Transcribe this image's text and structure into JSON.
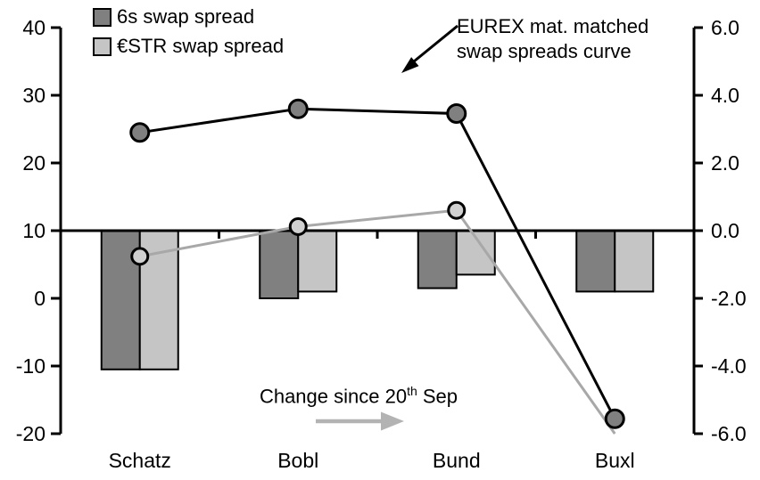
{
  "legend": {
    "items": [
      {
        "label": "6s swap spread",
        "color": "#808080"
      },
      {
        "label": "€STR swap spread",
        "color": "#c5c5c5"
      }
    ]
  },
  "annotations": {
    "curve_label_line1": "EUREX mat. matched",
    "curve_label_line2": "swap spreads curve",
    "change_label_prefix": "Change since 20",
    "change_label_sup": "th",
    "change_label_suffix": " Sep"
  },
  "chart_data": {
    "type": "combo_bar_line",
    "categories": [
      "Schatz",
      "Bobl",
      "Bund",
      "Buxl"
    ],
    "left_axis": {
      "min": -20,
      "max": 40,
      "ticks": [
        40,
        30,
        20,
        10,
        0,
        -10,
        -20
      ],
      "decimals": 0
    },
    "right_axis": {
      "min": -6,
      "max": 6,
      "ticks": [
        6,
        4,
        2,
        0,
        -2,
        -4,
        -6
      ],
      "decimals": 1
    },
    "baseline_left_value": 10,
    "grid": false,
    "legend_position": "top-left",
    "bar_series": [
      {
        "name": "6s swap spread change",
        "axis": "right",
        "color": "#808080",
        "values": [
          -4.1,
          -2.0,
          -1.7,
          -1.8
        ]
      },
      {
        "name": "€STR swap spread change",
        "axis": "right",
        "color": "#c5c5c5",
        "values": [
          -4.1,
          -1.8,
          -1.3,
          -1.8
        ]
      }
    ],
    "line_series": [
      {
        "name": "€STR swap spread level",
        "axis": "left",
        "color": "#a8a8a8",
        "marker_fill": "#d0d0d0",
        "marker_r": 9,
        "values": [
          6.2,
          10.6,
          13.0,
          -20.0
        ],
        "markers": [
          true,
          true,
          true,
          false
        ]
      },
      {
        "name": "6s swap spread level",
        "axis": "left",
        "color": "#000000",
        "marker_fill": "#808080",
        "marker_r": 10,
        "values": [
          24.5,
          28.0,
          27.3,
          -17.8
        ],
        "markers": [
          true,
          true,
          true,
          true
        ]
      }
    ]
  },
  "colors": {
    "axis": "#000000",
    "dark_gray": "#808080",
    "light_gray": "#c5c5c5",
    "gray_line": "#a8a8a8",
    "gray_arrow": "#b3b3b3",
    "black_arrow": "#000000"
  }
}
